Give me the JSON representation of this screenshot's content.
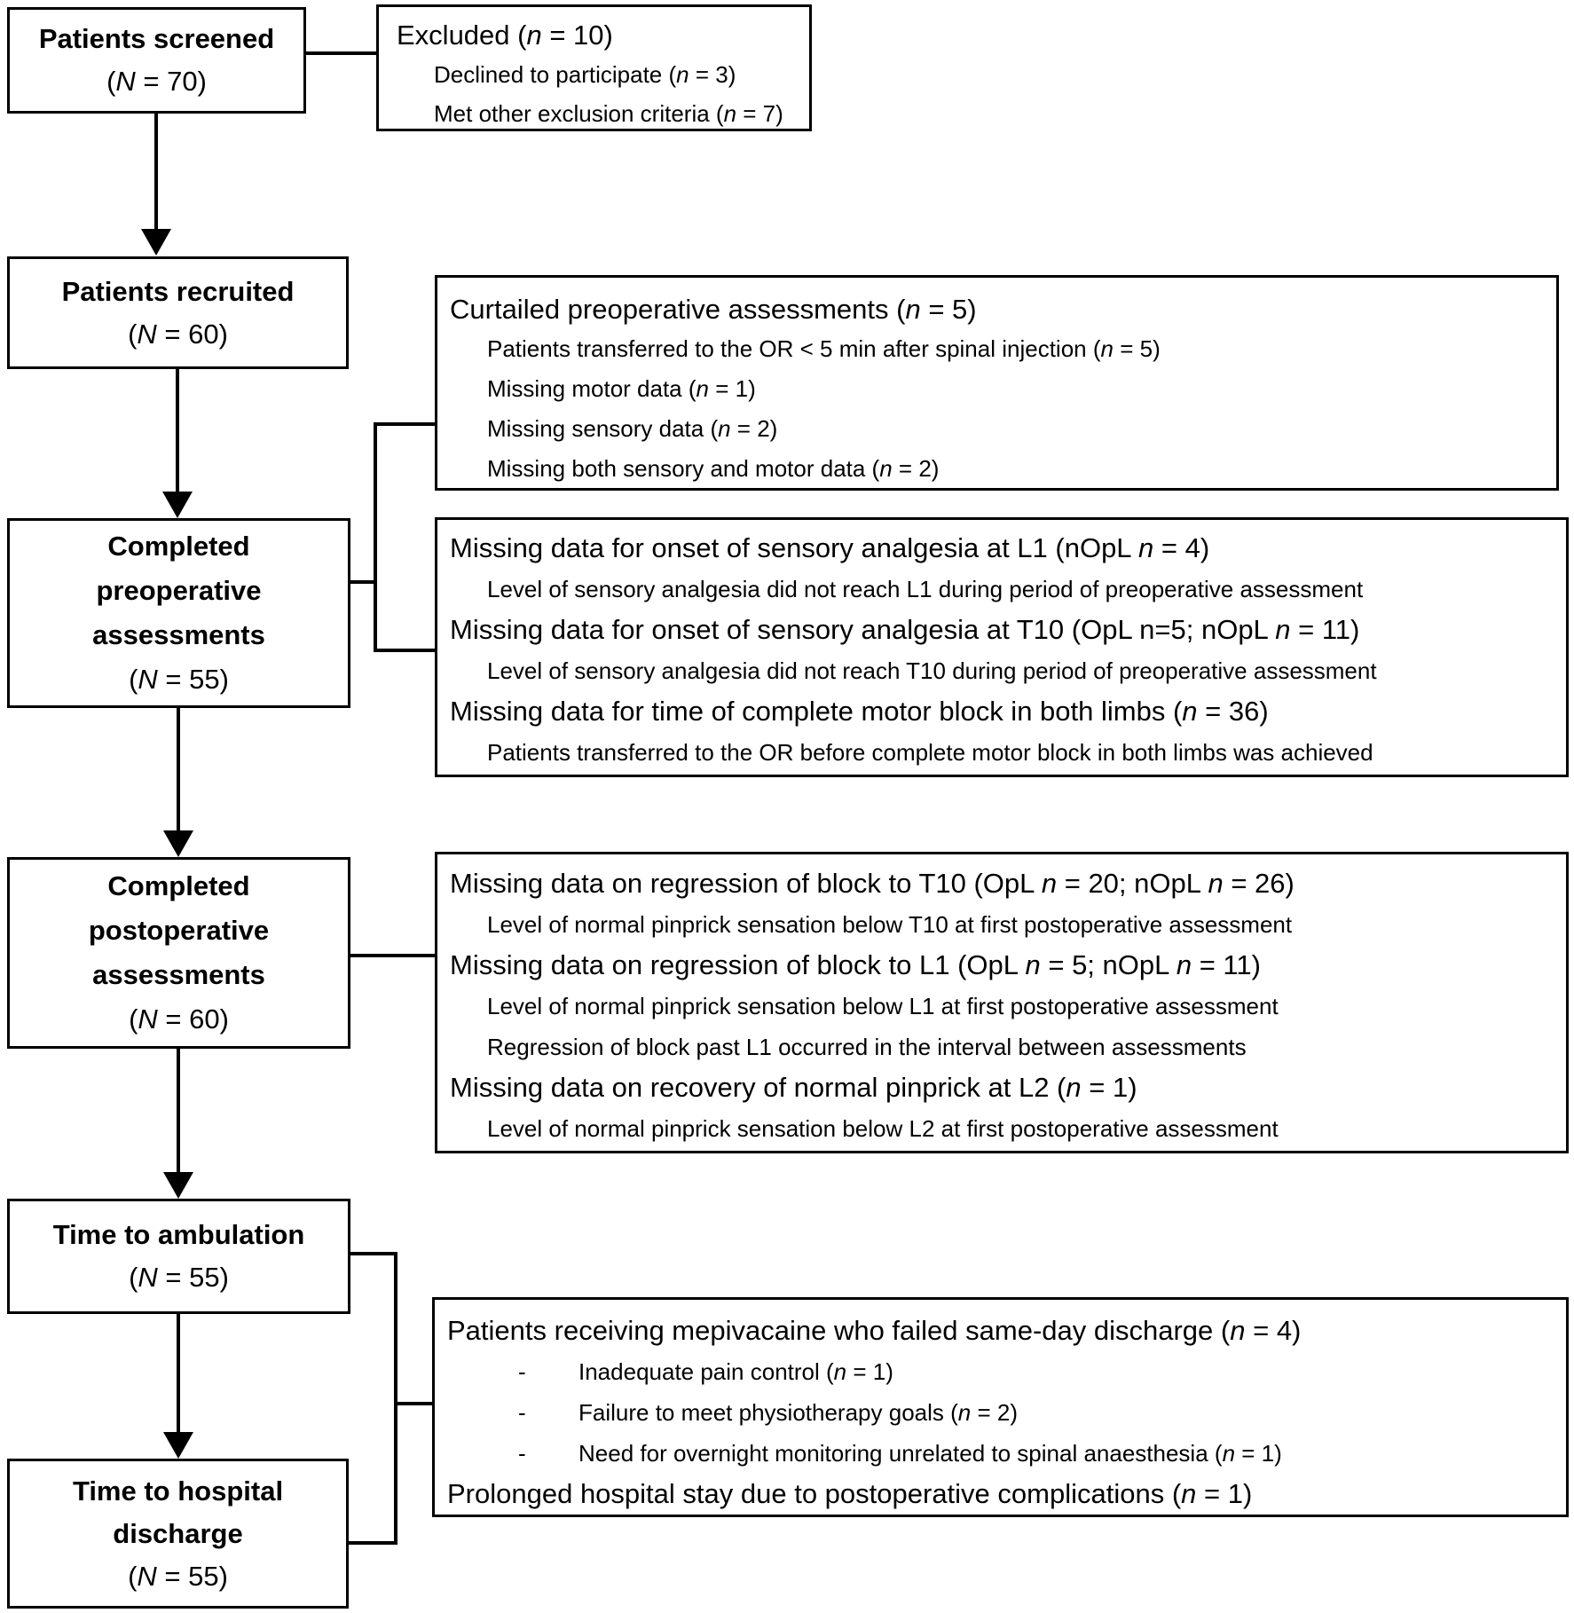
{
  "flow": {
    "colors": {
      "background": "#ffffff",
      "line": "#000000",
      "text": "#000000"
    },
    "left_boxes": [
      {
        "name": "patients-screened",
        "lines": [
          [
            {
              "b": "Patients screened"
            }
          ],
          [
            {
              "t": "("
            },
            {
              "i": "N"
            },
            {
              "t": " = 70)"
            }
          ]
        ]
      },
      {
        "name": "patients-recruited",
        "lines": [
          [
            {
              "b": "Patients recruited"
            }
          ],
          [
            {
              "t": "("
            },
            {
              "i": "N"
            },
            {
              "t": " = 60)"
            }
          ]
        ]
      },
      {
        "name": "completed-preoperative-assessments",
        "lines": [
          [
            {
              "b": "Completed"
            }
          ],
          [
            {
              "b": "preoperative"
            }
          ],
          [
            {
              "b": "assessments"
            }
          ],
          [
            {
              "t": "("
            },
            {
              "i": "N"
            },
            {
              "t": " = 55)"
            }
          ]
        ]
      },
      {
        "name": "completed-postoperative-assessments",
        "lines": [
          [
            {
              "b": "Completed"
            }
          ],
          [
            {
              "b": "postoperative"
            }
          ],
          [
            {
              "b": "assessments"
            }
          ],
          [
            {
              "t": "("
            },
            {
              "i": "N"
            },
            {
              "t": " = 60)"
            }
          ]
        ]
      },
      {
        "name": "time-to-ambulation",
        "lines": [
          [
            {
              "b": "Time to ambulation"
            }
          ],
          [
            {
              "t": "("
            },
            {
              "i": "N"
            },
            {
              "t": " = 55)"
            }
          ]
        ]
      },
      {
        "name": "time-to-hospital-discharge",
        "lines": [
          [
            {
              "b": "Time to hospital"
            }
          ],
          [
            {
              "b": "discharge"
            }
          ],
          [
            {
              "t": "("
            },
            {
              "i": "N"
            },
            {
              "t": " = 55)"
            }
          ]
        ]
      }
    ],
    "right_boxes": [
      {
        "name": "excluded",
        "lines": [
          [
            {
              "t": "Excluded ("
            },
            {
              "i": "n"
            },
            {
              "t": " = 10)"
            }
          ],
          [
            {
              "t": "Declined to participate ("
            },
            {
              "i": "n"
            },
            {
              "t": " = 3)"
            }
          ],
          [
            {
              "t": "Met other exclusion criteria ("
            },
            {
              "i": "n"
            },
            {
              "t": " = 7)"
            }
          ]
        ]
      },
      {
        "name": "curtailed-preoperative-assessments",
        "lines": [
          [
            {
              "t": "Curtailed preoperative assessments ("
            },
            {
              "i": "n"
            },
            {
              "t": " = 5)"
            }
          ],
          [
            {
              "t": "Patients transferred to the OR < 5 min after spinal injection ("
            },
            {
              "i": "n"
            },
            {
              "t": " = 5)"
            }
          ],
          [
            {
              "t": "Missing motor data ("
            },
            {
              "i": "n"
            },
            {
              "t": " = 1)"
            }
          ],
          [
            {
              "t": "Missing sensory data ("
            },
            {
              "i": "n"
            },
            {
              "t": " = 2)"
            }
          ],
          [
            {
              "t": "Missing both sensory and motor data ("
            },
            {
              "i": "n"
            },
            {
              "t": " = 2)"
            }
          ]
        ]
      },
      {
        "name": "missing-preoperative-data",
        "lines": [
          [
            {
              "t": "Missing data for onset of sensory analgesia at L1 (nOpL "
            },
            {
              "i": "n"
            },
            {
              "t": " = 4)"
            }
          ],
          [
            {
              "t": "Level of sensory analgesia did not reach L1 during period of preoperative assessment"
            }
          ],
          [
            {
              "t": "Missing data for onset of sensory analgesia at T10 (OpL n=5; nOpL "
            },
            {
              "i": "n"
            },
            {
              "t": " = 11)"
            }
          ],
          [
            {
              "t": "Level of sensory analgesia did not reach T10 during period of preoperative assessment"
            }
          ],
          [
            {
              "t": "Missing data for time of complete motor block in both limbs ("
            },
            {
              "i": "n"
            },
            {
              "t": " = 36)"
            }
          ],
          [
            {
              "t": "Patients transferred to the OR before complete motor block in both limbs was achieved"
            }
          ]
        ]
      },
      {
        "name": "missing-postoperative-data",
        "lines": [
          [
            {
              "t": "Missing data on regression of block to T10 (OpL "
            },
            {
              "i": "n"
            },
            {
              "t": " = 20; nOpL "
            },
            {
              "i": "n"
            },
            {
              "t": " = 26)"
            }
          ],
          [
            {
              "t": "Level of normal pinprick sensation below T10 at first postoperative assessment"
            }
          ],
          [
            {
              "t": "Missing data on regression of block to L1 (OpL "
            },
            {
              "i": "n"
            },
            {
              "t": " = 5; nOpL "
            },
            {
              "i": "n"
            },
            {
              "t": " = 11)"
            }
          ],
          [
            {
              "t": "Level of normal pinprick sensation below L1 at first postoperative assessment"
            }
          ],
          [
            {
              "t": "Regression of block past L1 occurred in the interval between assessments"
            }
          ],
          [
            {
              "t": "Missing data on recovery of normal pinprick at L2 ("
            },
            {
              "i": "n"
            },
            {
              "t": " = 1)"
            }
          ],
          [
            {
              "t": "Level of normal pinprick sensation below L2 at first postoperative assessment"
            }
          ]
        ]
      },
      {
        "name": "failed-same-day-discharge",
        "lines": [
          [
            {
              "t": "Patients receiving mepivacaine who failed same-day discharge ("
            },
            {
              "i": "n"
            },
            {
              "t": " = 4)"
            }
          ],
          [
            {
              "d": "-"
            },
            {
              "t": "Inadequate pain control ("
            },
            {
              "i": "n"
            },
            {
              "t": " = 1)"
            }
          ],
          [
            {
              "d": "-"
            },
            {
              "t": "Failure to meet physiotherapy goals ("
            },
            {
              "i": "n"
            },
            {
              "t": " = 2)"
            }
          ],
          [
            {
              "d": "-"
            },
            {
              "t": "Need for overnight monitoring unrelated to spinal anaesthesia ("
            },
            {
              "i": "n"
            },
            {
              "t": " = 1)"
            }
          ],
          [
            {
              "t": "Prolonged hospital stay due to postoperative complications ("
            },
            {
              "i": "n"
            },
            {
              "t": " = 1)"
            }
          ]
        ]
      }
    ]
  }
}
